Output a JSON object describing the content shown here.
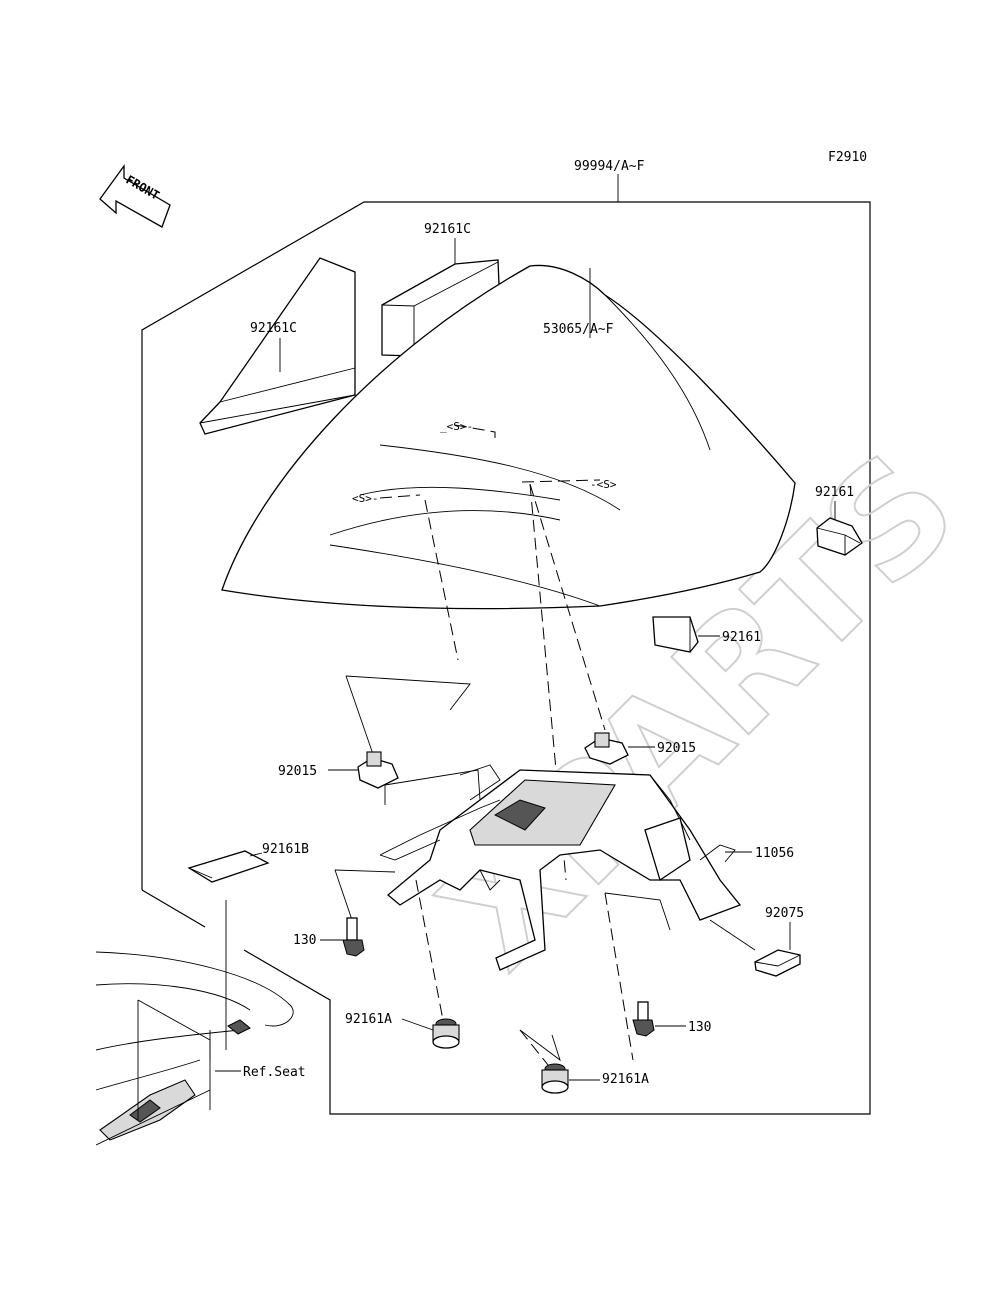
{
  "figure_code": "F2910",
  "watermark": "XPARTS",
  "front_arrow": {
    "label": "FRONT"
  },
  "labels": {
    "assembly": "99994/A~F",
    "seat_cover": "53065/A~F",
    "pad_c_top": "92161C",
    "pad_c_left": "92161C",
    "pad_right_upper": "92161",
    "pad_right_lower": "92161",
    "clip_left": "92015",
    "clip_right": "92015",
    "bracket": "11056",
    "pad_b": "92161B",
    "bolt_left": "130",
    "bolt_right": "130",
    "damper_left": "92161A",
    "damper_right": "92161A",
    "part_92075": "92075",
    "ref_seat": "Ref.Seat"
  }
}
